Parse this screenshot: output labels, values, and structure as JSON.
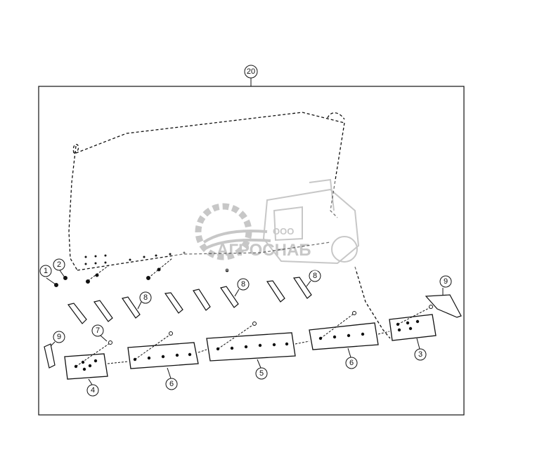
{
  "diagram": {
    "assembly_callout": "20",
    "callouts": {
      "c1": "1",
      "c2": "2",
      "c3": "3",
      "c4": "4",
      "c5": "5",
      "c6a": "6",
      "c6b": "6",
      "c7": "7",
      "c8a": "8",
      "c8b": "8",
      "c8c": "8",
      "c9a": "9",
      "c9b": "9"
    }
  },
  "watermark": {
    "company_prefix": "ООО",
    "company_name": "АГРОСНАБ",
    "color": "#9a9a9a"
  }
}
